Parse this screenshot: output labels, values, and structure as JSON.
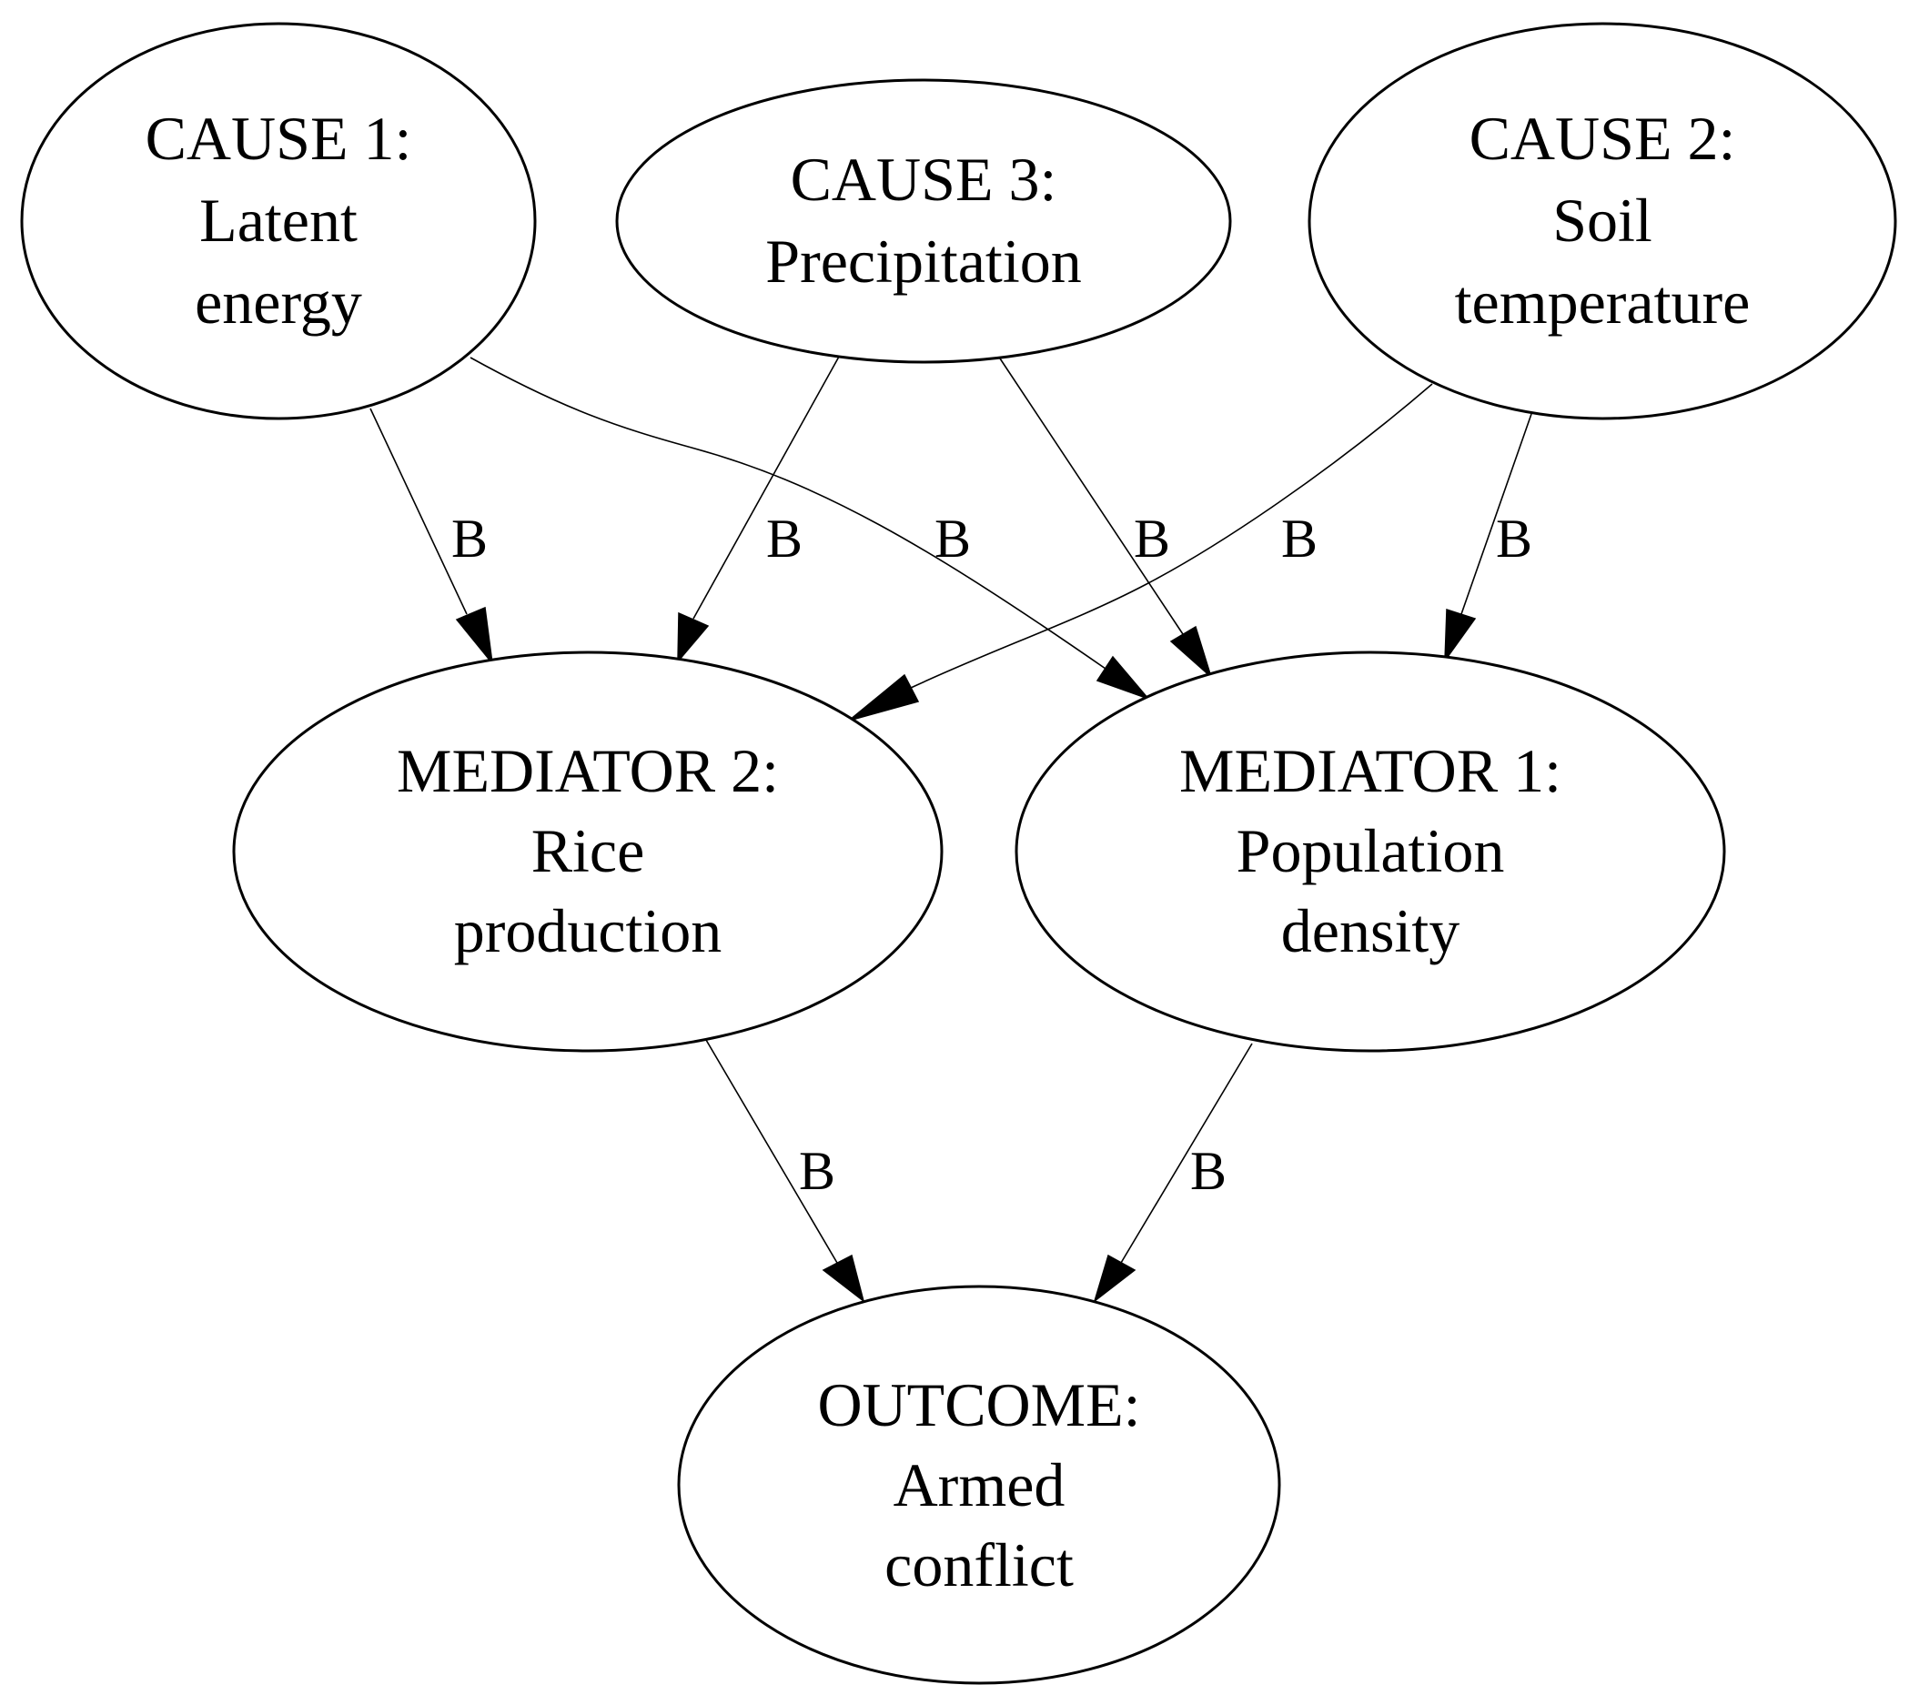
{
  "diagram": {
    "nodes": {
      "cause1": {
        "lines": [
          "CAUSE 1:",
          "Latent",
          "energy"
        ]
      },
      "cause3": {
        "lines": [
          "CAUSE 3:",
          "Precipitation"
        ]
      },
      "cause2": {
        "lines": [
          "CAUSE 2:",
          "Soil",
          "temperature"
        ]
      },
      "mediator2": {
        "lines": [
          "MEDIATOR 2:",
          "Rice",
          "production"
        ]
      },
      "mediator1": {
        "lines": [
          "MEDIATOR 1:",
          "Population",
          "density"
        ]
      },
      "outcome": {
        "lines": [
          "OUTCOME:",
          "Armed",
          "conflict"
        ]
      }
    },
    "edges": [
      {
        "from": "CAUSE 1",
        "to": "MEDIATOR 2",
        "label": "B"
      },
      {
        "from": "CAUSE 3",
        "to": "MEDIATOR 2",
        "label": "B"
      },
      {
        "from": "CAUSE 1",
        "to": "MEDIATOR 1",
        "label": "B"
      },
      {
        "from": "CAUSE 3",
        "to": "MEDIATOR 1",
        "label": "B"
      },
      {
        "from": "CAUSE 2",
        "to": "MEDIATOR 2",
        "label": "B"
      },
      {
        "from": "CAUSE 2",
        "to": "MEDIATOR 1",
        "label": "B"
      },
      {
        "from": "MEDIATOR 2",
        "to": "OUTCOME",
        "label": "B"
      },
      {
        "from": "MEDIATOR 1",
        "to": "OUTCOME",
        "label": "B"
      }
    ]
  }
}
